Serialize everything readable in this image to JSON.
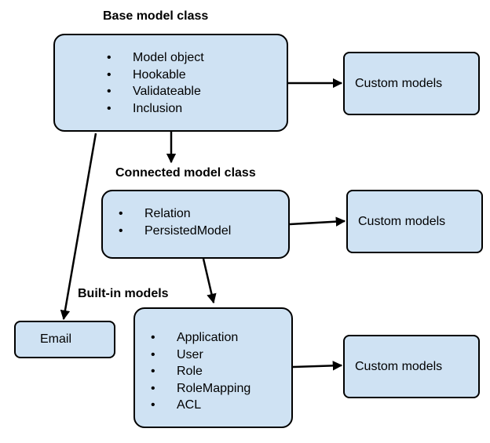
{
  "base": {
    "title": "Base model class",
    "items": [
      "Model object",
      "Hookable",
      "Validateable",
      "Inclusion"
    ],
    "custom": "Custom models"
  },
  "connected": {
    "title": "Connected model class",
    "items": [
      "Relation",
      "PersistedModel"
    ],
    "custom": "Custom models"
  },
  "builtin": {
    "title": "Built-in models",
    "items": [
      "Application",
      "User",
      "Role",
      "RoleMapping",
      "ACL"
    ],
    "custom": "Custom models"
  },
  "email": {
    "label": "Email"
  },
  "colors": {
    "box_fill": "#cfe2f3",
    "stroke": "#000000"
  }
}
